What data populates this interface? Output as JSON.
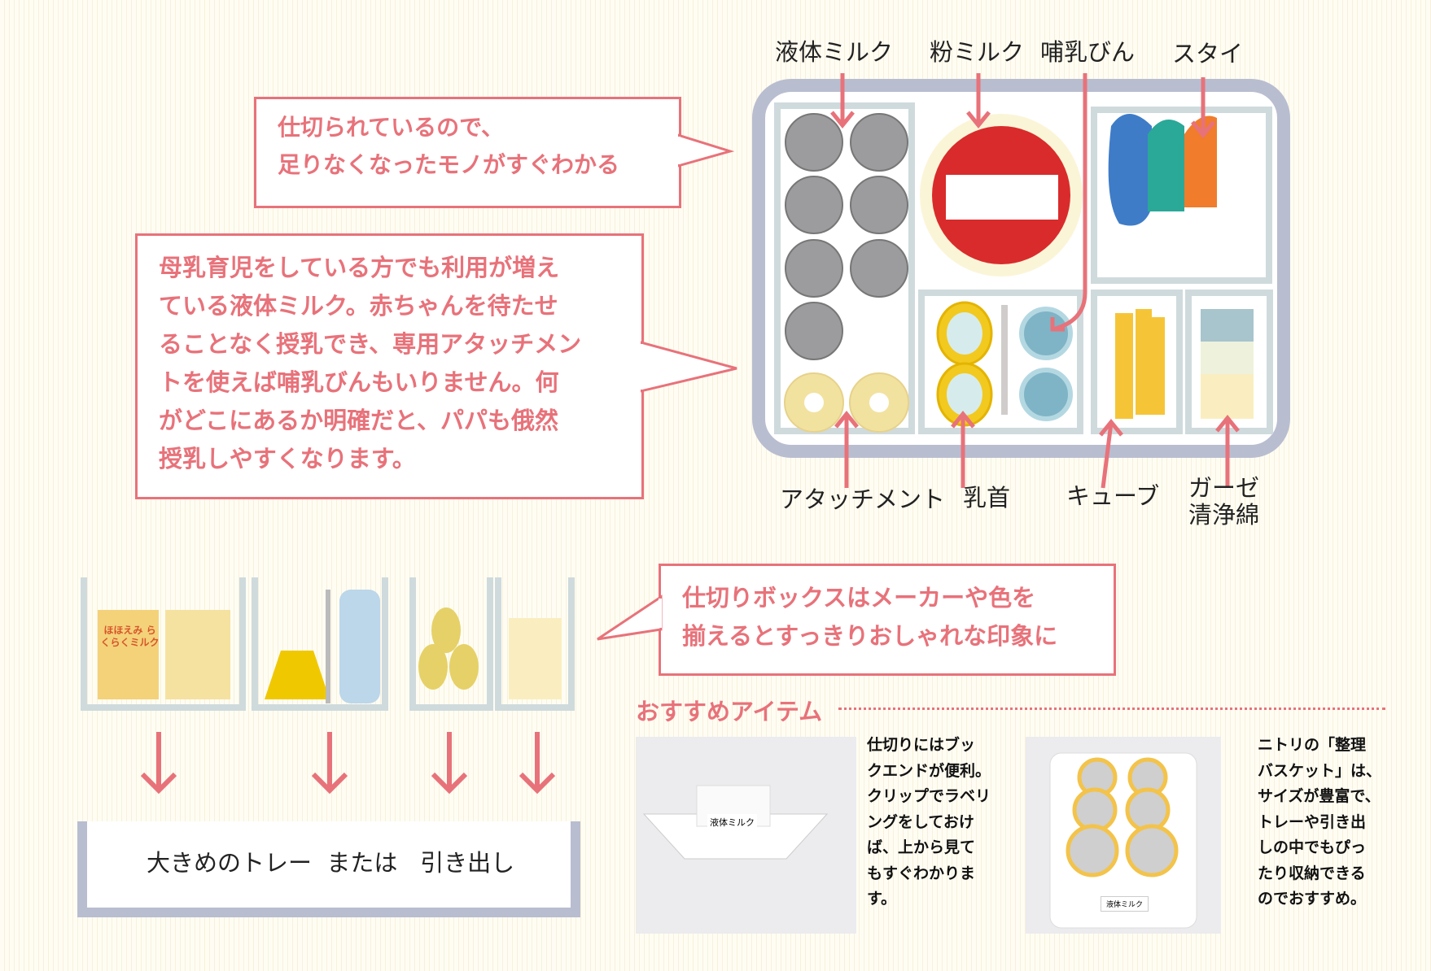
{
  "callouts": {
    "top": "仕切られているので、\n足りなくなったモノがすぐわかる",
    "main": "母乳育児をしている方でも利用が増え\nている液体ミルク。赤ちゃんを待たせ\nることなく授乳でき、専用アタッチメン\nトを使えば哺乳びんもいりません。何\nがどこにあるか明確だと、パパも俄然\n授乳しやすくなります。",
    "box": "仕切りボックスはメーカーや色を\n揃えるとすっきりおしゃれな印象に"
  },
  "tray_labels": {
    "liquid_milk": "液体ミルク",
    "powder_milk": "粉ミルク",
    "bottle": "哺乳びん",
    "bib": "スタイ",
    "attachment": "アタッチメント",
    "nipple": "乳首",
    "cube": "キューブ",
    "gauze": "ガーゼ\n清浄綿"
  },
  "bottom_tray_label": "大きめのトレー  または   引き出し",
  "recommend": {
    "heading": "おすすめアイテム",
    "items": [
      {
        "photo_label": "液体ミルク",
        "text": "仕切りにはブッ\nクエンドが便利。\nクリップでラベリ\nングをしておけ\nば、上から見て\nもすぐわかりま\nす。"
      },
      {
        "photo_label": "液体ミルク",
        "text": "ニトリの「整理\nバスケット」は、\nサイズが豊富で、\nトレーや引き出\nしの中でもぴっ\nたり収納できる\nのでおすすめ。"
      }
    ]
  },
  "can_label": "ほほえみ らくらくミルク",
  "colors": {
    "accent": "#e8727a",
    "tray": "#b9bdd0"
  }
}
